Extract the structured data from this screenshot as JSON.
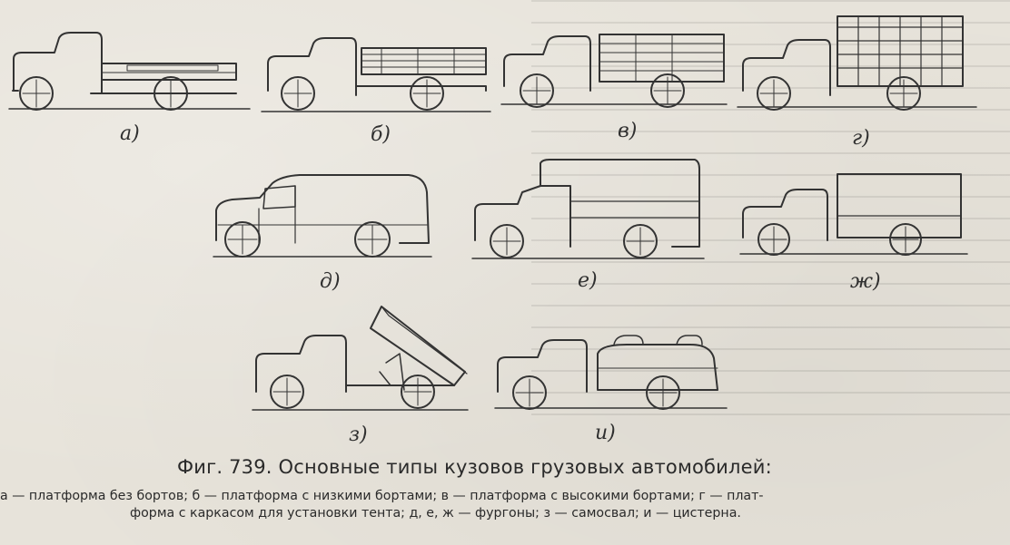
{
  "figure": {
    "labels": {
      "a": "а)",
      "b": "б)",
      "v": "в)",
      "g": "г)",
      "d": "д)",
      "e": "е)",
      "zh": "ж)",
      "z": "з)",
      "i": "и)"
    },
    "caption_title": "Фиг. 739. Основные типы кузовов грузовых автомобилей:",
    "caption_line1": "а — платформа без бортов; б — платформа с низкими бортами; в — платформа с высокими бортами; г — плат-",
    "caption_line2": "форма с каркасом для установки тента; д, е, ж — фургоны; з — самосвал; и — цистерна."
  },
  "colors": {
    "paper": "#e7e3da",
    "ink": "#2b2b2b"
  }
}
